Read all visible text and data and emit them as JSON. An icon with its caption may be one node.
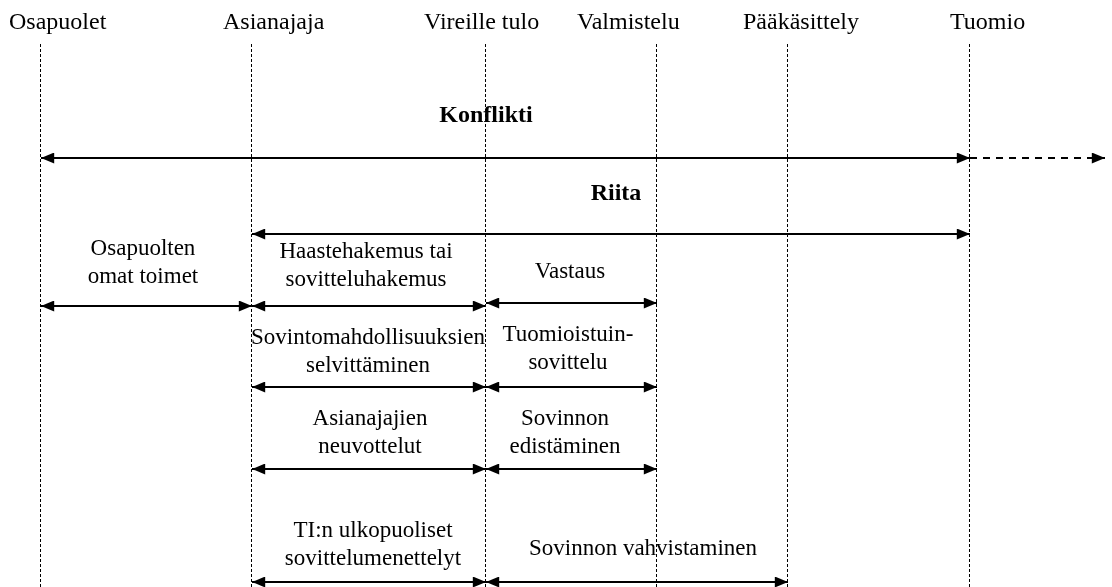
{
  "diagram": {
    "nodes": [
      {
        "text": [],
        "shape": "line",
        "beside": [
          "Osapuolet"
        ]
      },
      {
        "text": [],
        "shape": "line",
        "beside": [
          "Asianajaja"
        ]
      },
      {
        "text": [],
        "shape": "line",
        "beside": [
          "Vireille tulo"
        ]
      },
      {
        "text": [],
        "shape": "line",
        "beside": [
          "Valmistelu"
        ]
      },
      {
        "text": [],
        "shape": "line",
        "beside": [
          "Pääkäsittely"
        ]
      },
      {
        "text": [],
        "shape": "line",
        "beside": [
          "Tuomio"
        ]
      }
    ],
    "edges": [
      {
        "from": 0,
        "to": 5,
        "arrow": "both",
        "label": "Konflikti"
      },
      {
        "from": 5,
        "to": null,
        "arrow": "to",
        "style": "dashed"
      },
      {
        "from": 1,
        "to": 5,
        "arrow": "both",
        "label": "Riita"
      },
      {
        "from": 0,
        "to": 1,
        "arrow": "both",
        "label": "Osapuolten omat toimet"
      },
      {
        "from": 1,
        "to": 2,
        "arrow": "both",
        "label": "Haastehakemus tai sovitteluhakemus"
      },
      {
        "from": 2,
        "to": 3,
        "arrow": "both",
        "label": "Vastaus"
      },
      {
        "from": 1,
        "to": 2,
        "arrow": "both",
        "label": "Sovintomahdollisuuksien selvittäminen"
      },
      {
        "from": 2,
        "to": 3,
        "arrow": "both",
        "label": "Tuomioistuin-sovittelu"
      },
      {
        "from": 1,
        "to": 2,
        "arrow": "both",
        "label": "Asianajajien neuvottelut"
      },
      {
        "from": 2,
        "to": 3,
        "arrow": "both",
        "label": "Sovinnon edistäminen"
      },
      {
        "from": 1,
        "to": 2,
        "arrow": "both",
        "label": "TI:n ulkopuoliset sovittelumenettelyt"
      },
      {
        "from": 2,
        "to": 4,
        "arrow": "both",
        "label": "Sovinnon vahvistaminen"
      }
    ]
  }
}
